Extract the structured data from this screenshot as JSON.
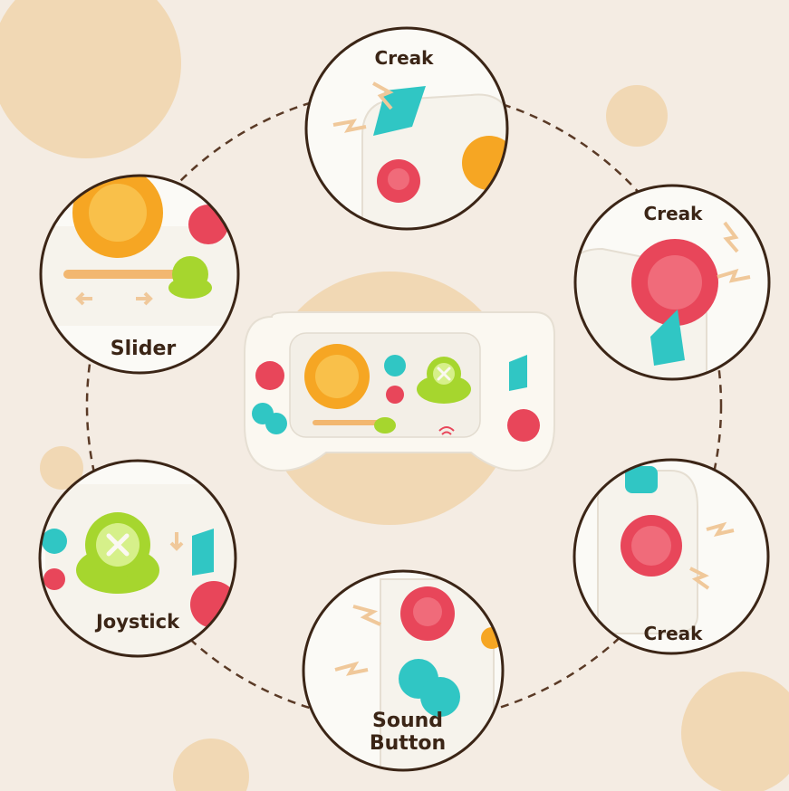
{
  "labels": {
    "creak_top": "Creak",
    "creak_right": "Creak",
    "creak_bottom_right": "Creak",
    "slider": "Slider",
    "joystick": "Joystick",
    "sound_button_line1": "Sound",
    "sound_button_line2": "Button"
  },
  "colors": {
    "background": "#f4ece3",
    "blob": "#f1d8b4",
    "ring_border": "#3b2516",
    "toy_body": "#fbf8f1",
    "red_button": "#e8465a",
    "teal_button": "#30c6c4",
    "green_joystick": "#a6d62e",
    "orange_flower": "#f6a623",
    "spark": "#f0c89a"
  },
  "icons": [
    "lightning-icon",
    "arrow-left-icon",
    "arrow-right-icon",
    "arrow-down-icon",
    "speaker-icon",
    "x-icon"
  ]
}
